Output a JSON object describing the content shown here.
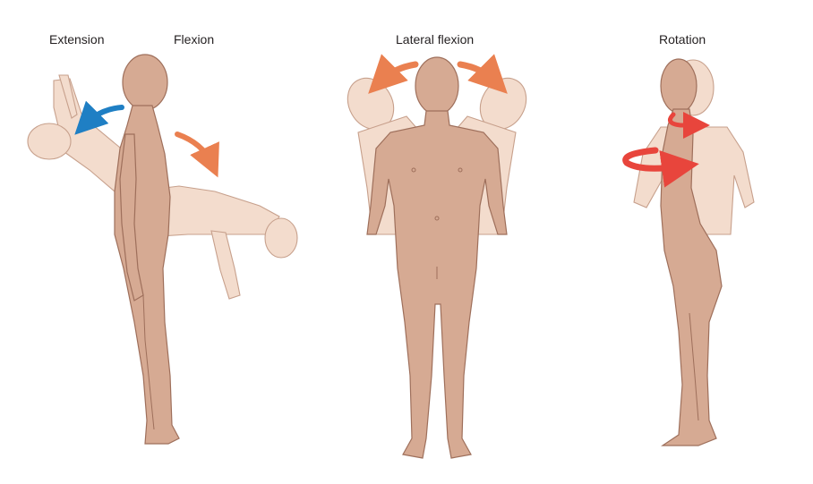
{
  "labels": {
    "extension": "Extension",
    "flexion": "Flexion",
    "lateral_flexion": "Lateral flexion",
    "rotation": "Rotation"
  },
  "colors": {
    "skin": "#d6aa93",
    "skin_ghost": "#f3dccd",
    "outline": "#9e6f5b",
    "arrow_extension": "#1f7fc4",
    "arrow_flexion": "#ea8050",
    "arrow_lateral": "#ea8050",
    "arrow_rotation": "#e8453c"
  }
}
